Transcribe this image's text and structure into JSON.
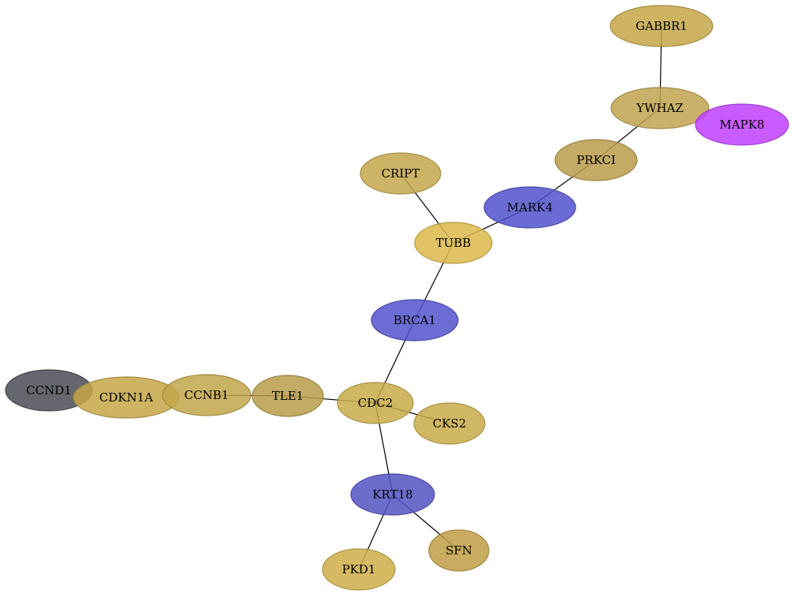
{
  "nodes": [
    {
      "id": "GABBR1",
      "label": "GABBR1",
      "color": "#c4a646"
    },
    {
      "id": "YWHAZ",
      "label": "YWHAZ",
      "color": "#c1a34f"
    },
    {
      "id": "MAPK8",
      "label": "MAPK8",
      "color": "#bf40ff"
    },
    {
      "id": "PRKCI",
      "label": "PRKCI",
      "color": "#b89b4a"
    },
    {
      "id": "CRIPT",
      "label": "CRIPT",
      "color": "#c4a64a"
    },
    {
      "id": "MARK4",
      "label": "MARK4",
      "color": "#5151cc"
    },
    {
      "id": "TUBB",
      "label": "TUBB",
      "color": "#dbb84a"
    },
    {
      "id": "BRCA1",
      "label": "BRCA1",
      "color": "#5252cc"
    },
    {
      "id": "CCND1",
      "label": "CCND1",
      "color": "#4b4b55"
    },
    {
      "id": "CDKN1A",
      "label": "CDKN1A",
      "color": "#c4a646"
    },
    {
      "id": "CCNB1",
      "label": "CCNB1",
      "color": "#c2a64a"
    },
    {
      "id": "TLE1",
      "label": "TLE1",
      "color": "#b89b4a"
    },
    {
      "id": "CDC2",
      "label": "CDC2",
      "color": "#c8aa48"
    },
    {
      "id": "CKS2",
      "label": "CKS2",
      "color": "#c8aa48"
    },
    {
      "id": "KRT18",
      "label": "KRT18",
      "color": "#5252c2"
    },
    {
      "id": "PKD1",
      "label": "PKD1",
      "color": "#cfae48"
    },
    {
      "id": "SFN",
      "label": "SFN",
      "color": "#bf9e44"
    }
  ],
  "edges": [
    [
      "GABBR1",
      "YWHAZ"
    ],
    [
      "YWHAZ",
      "PRKCI"
    ],
    [
      "PRKCI",
      "MARK4"
    ],
    [
      "MARK4",
      "TUBB"
    ],
    [
      "CRIPT",
      "TUBB"
    ],
    [
      "TUBB",
      "BRCA1"
    ],
    [
      "BRCA1",
      "CDC2"
    ],
    [
      "TLE1",
      "CDC2"
    ],
    [
      "CCNB1",
      "TLE1"
    ],
    [
      "CDC2",
      "CKS2"
    ],
    [
      "CDC2",
      "KRT18"
    ],
    [
      "KRT18",
      "PKD1"
    ],
    [
      "KRT18",
      "SFN"
    ]
  ]
}
